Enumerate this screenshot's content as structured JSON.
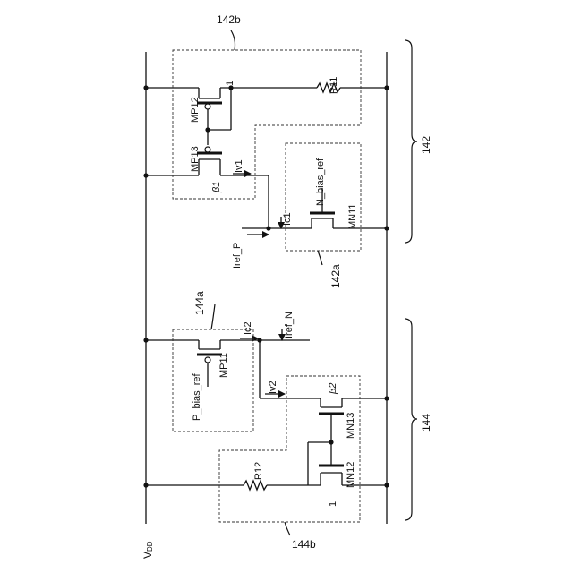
{
  "labels": {
    "vdd": "V",
    "vdd_sub": "DD",
    "node_142": "142",
    "node_144": "144",
    "box_142a": "142a",
    "box_142b": "142b",
    "box_144a": "144a",
    "box_144b": "144b",
    "mp11": "MP11",
    "mp12": "MP12",
    "mp13": "MP13",
    "mn11": "MN11",
    "mn12": "MN12",
    "mn13": "MN13",
    "r11": "R11",
    "r12": "R12",
    "n_bias_ref": "N_bias_ref",
    "p_bias_ref": "P_bias_ref",
    "beta1": "β1",
    "beta2": "β2",
    "one_top": "1",
    "one_bottom": "1",
    "iv1": "Iv1",
    "ic1": "Ic1",
    "iref_p": "Iref_P",
    "ic2": "Ic2",
    "iref_n": "Iref_N",
    "iv2": "Iv2"
  }
}
